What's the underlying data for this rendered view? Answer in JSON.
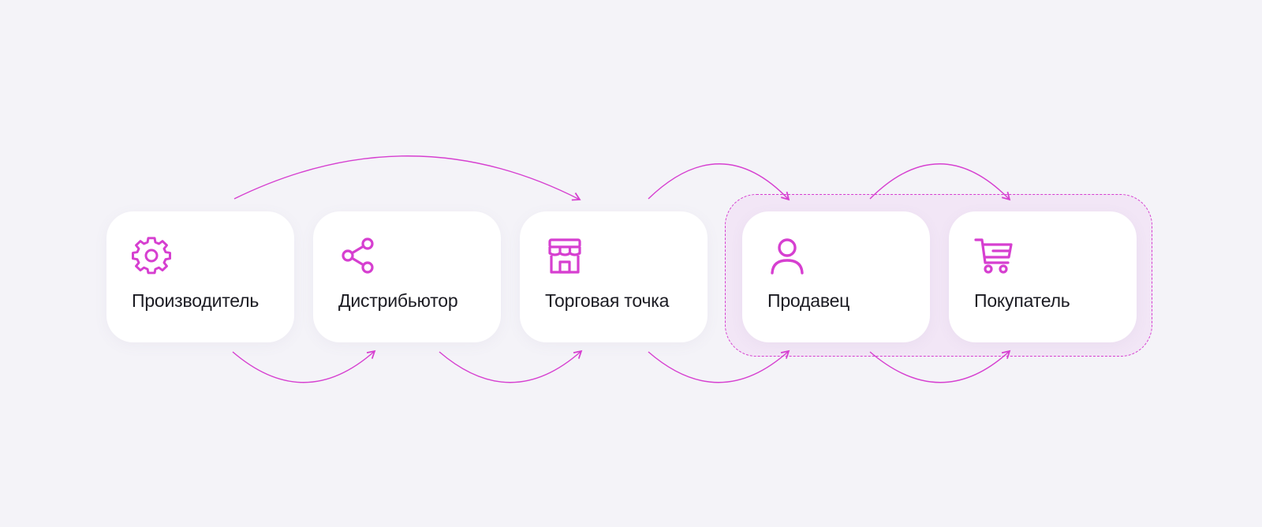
{
  "accent": "#d63fd0",
  "nodes": [
    {
      "label": "Производитель",
      "icon": "gear-icon"
    },
    {
      "label": "Дистрибьютор",
      "icon": "share-icon"
    },
    {
      "label": "Торговая точка",
      "icon": "store-icon"
    },
    {
      "label": "Продавец",
      "icon": "person-icon"
    },
    {
      "label": "Покупатель",
      "icon": "cart-icon"
    }
  ],
  "links": [
    {
      "from": "Производитель",
      "to": "Дистрибьютор"
    },
    {
      "from": "Дистрибьютор",
      "to": "Торговая точка"
    },
    {
      "from": "Торговая точка",
      "to": "Продавец"
    },
    {
      "from": "Продавец",
      "to": "Покупатель"
    },
    {
      "from": "Производитель",
      "to": "Торговая точка"
    },
    {
      "from": "Торговая точка",
      "to": "Продавец"
    },
    {
      "from": "Продавец",
      "to": "Покупатель"
    }
  ],
  "group": {
    "members": [
      "Продавец",
      "Покупатель"
    ],
    "style": "dashed"
  }
}
